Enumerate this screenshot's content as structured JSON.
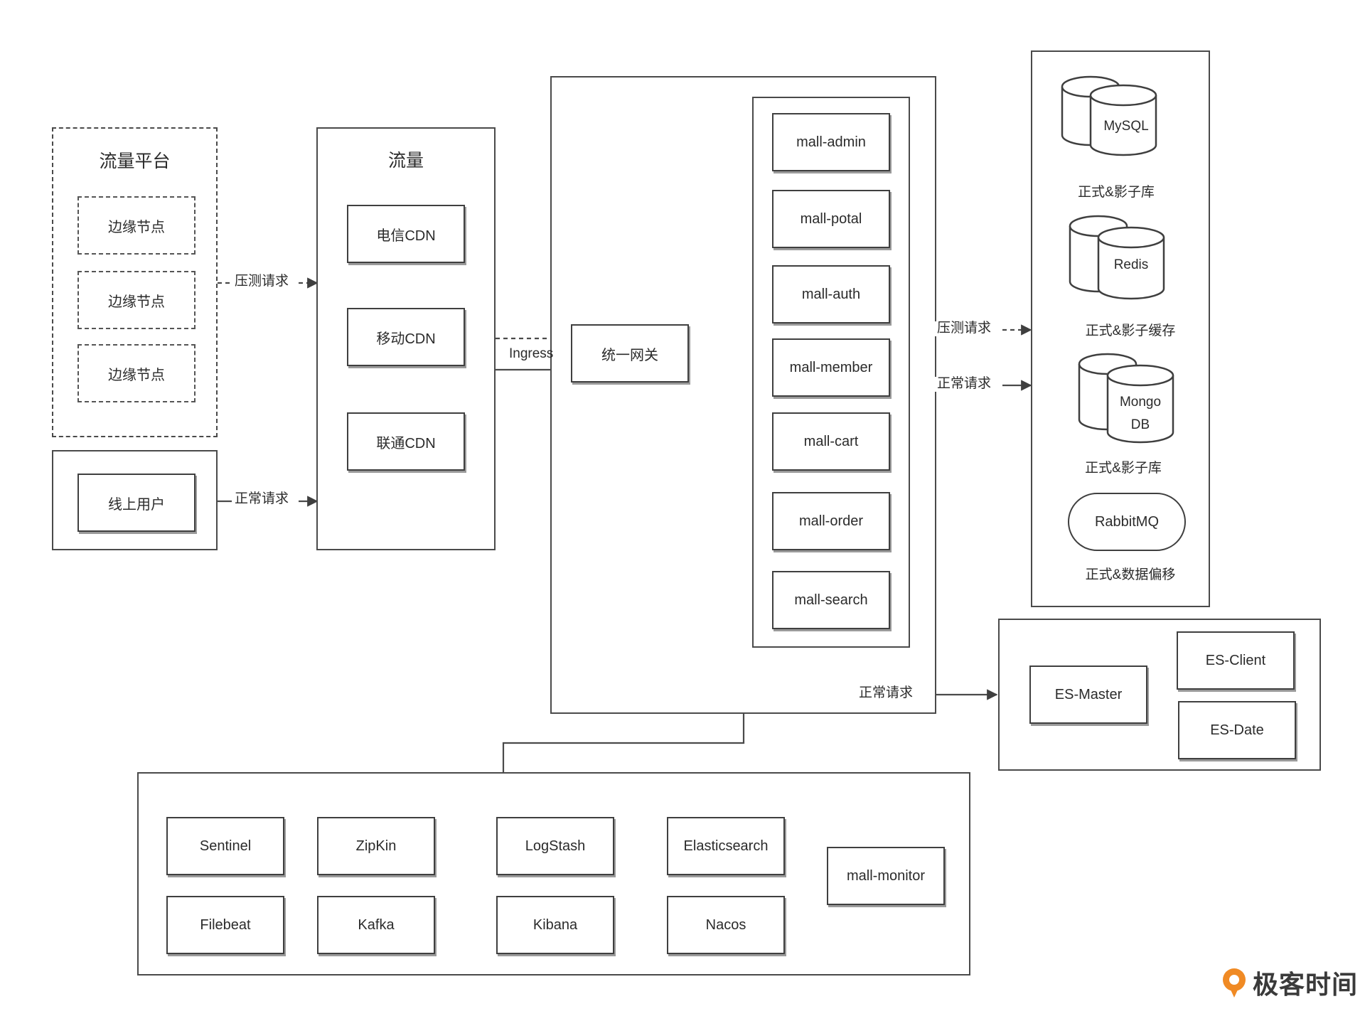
{
  "traffic_platform": {
    "title": "流量平台",
    "edge_nodes": [
      "边缘节点",
      "边缘节点",
      "边缘节点"
    ]
  },
  "online_users": {
    "label": "线上用户"
  },
  "traffic": {
    "title": "流量",
    "cdns": [
      "电信CDN",
      "移动CDN",
      "联通CDN"
    ]
  },
  "edges": {
    "stress_request": "压测请求",
    "normal_request": "正常请求",
    "ingress": "Ingress"
  },
  "gateway": {
    "label": "统一网关"
  },
  "services": [
    "mall-admin",
    "mall-potal",
    "mall-auth",
    "mall-member",
    "mall-cart",
    "mall-order",
    "mall-search"
  ],
  "storage": {
    "mysql": {
      "label": "MySQL",
      "caption": "正式&影子库"
    },
    "redis": {
      "label": "Redis",
      "caption": "正式&影子缓存"
    },
    "mongo": {
      "label_line1": "Mongo",
      "label_line2": "DB",
      "caption": "正式&影子库"
    },
    "rabbitmq": {
      "label": "RabbitMQ",
      "caption": "正式&数据偏移"
    }
  },
  "es_cluster": {
    "master": "ES-Master",
    "client": "ES-Client",
    "date": "ES-Date"
  },
  "infra": {
    "row1": [
      "Sentinel",
      "ZipKin",
      "LogStash",
      "Elasticsearch"
    ],
    "row2": [
      "Filebeat",
      "Kafka",
      "Kibana",
      "Nacos"
    ],
    "monitor": "mall-monitor"
  },
  "brand": {
    "name": "极客时间",
    "icon": "geektime-logo-icon",
    "accent": "#f08a24"
  },
  "colors": {
    "line": "#4a4a4a"
  }
}
